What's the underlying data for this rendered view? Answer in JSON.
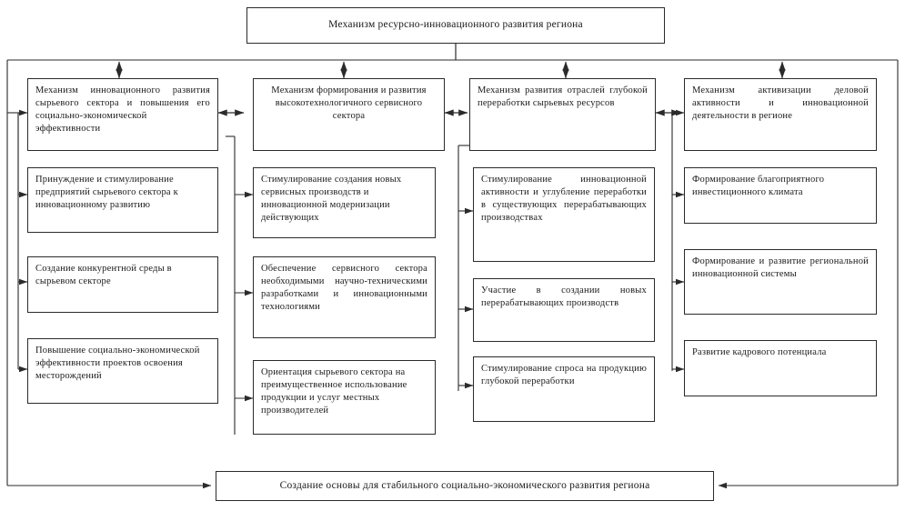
{
  "diagram": {
    "top_box": "Механизм ресурсно-инновационного развития региона",
    "bottom_box": "Создание основы для стабильного социально-экономического развития региона",
    "columns": [
      {
        "header": "Механизм инновационного развития сырьевого сектора и повышения его социально-экономической эффективности",
        "items": [
          "Принуждение и стимулирование предприятий сырьевого сектора к инновационному развитию",
          "Создание конкурентной среды в сырьевом секторе",
          "Повышение социально-экономической эффективности проектов освоения месторождений"
        ]
      },
      {
        "header": "Механизм формирования и развития высокотехнологичного сервисного сектора",
        "items": [
          "Стимулирование создания новых сервисных производств и инновационной модернизации действующих",
          "Обеспечение сервисного сектора необходимыми научно-техническими разработками и инновационными технологиями",
          "Ориентация сырьевого сектора на преимущественное использование продукции и услуг местных производителей"
        ]
      },
      {
        "header": "Механизм развития отраслей глубокой переработки сырьевых ресурсов",
        "items": [
          "Стимулирование инновационной активности и углубление переработки в существующих перерабатывающих производствах",
          "Участие в создании новых перерабатывающих производств",
          "Стимулирование спроса на продукцию глубокой переработки"
        ]
      },
      {
        "header": "Механизм активизации деловой активности и инновационной деятельности в регионе",
        "items": [
          "Формирование благоприятного инвестиционного климата",
          "Формирование и развитие региональной инновационной системы",
          "Развитие кадрового потенциала"
        ]
      }
    ]
  },
  "colors": {
    "line": "#2b2b2b",
    "background": "#ffffff",
    "text": "#1a1a1a",
    "shadow": "#bdbdbd"
  }
}
